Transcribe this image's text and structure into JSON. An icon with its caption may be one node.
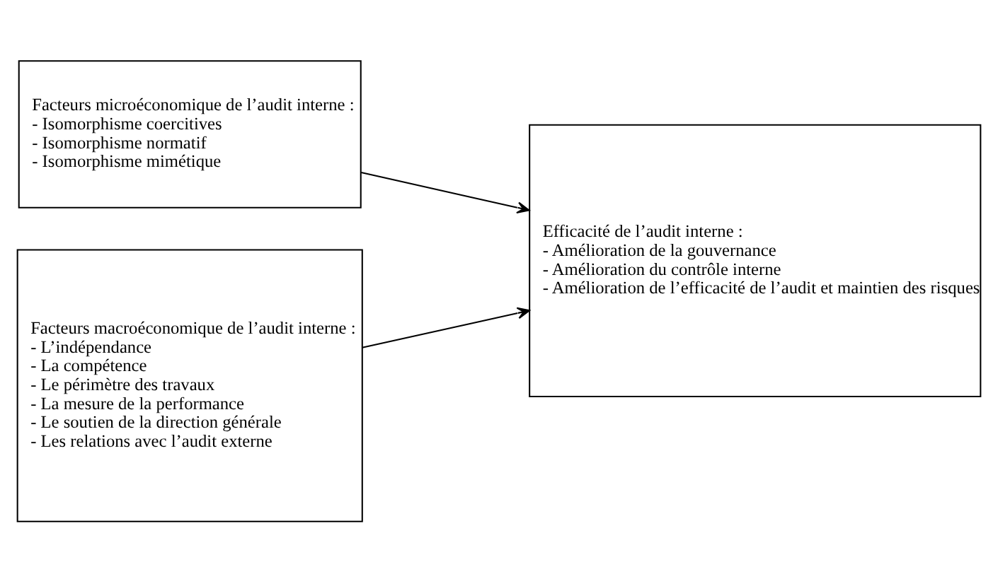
{
  "diagram": {
    "nodes": [
      {
        "text": [
          "Facteurs microéconomique de l’audit interne :",
          "- Isomorphisme coercitives",
          "- Isomorphisme normatif",
          "- Isomorphisme mimétique"
        ]
      },
      {
        "text": [
          "Facteurs macroéconomique de l’audit interne :",
          "- L’indépendance",
          "- La compétence",
          "- Le périmètre des travaux",
          "- La mesure de la performance",
          "- Le soutien de la direction générale",
          "- Les relations avec l’audit externe"
        ]
      },
      {
        "text": [
          "Efficacité de l’audit interne :",
          "- Amélioration de la gouvernance",
          "- Amélioration du contrôle interne",
          "- Amélioration de l’efficacité de l’audit et maintien des risques"
        ]
      }
    ],
    "edges": [
      {
        "from": 0,
        "to": 2,
        "arrow": "to"
      },
      {
        "from": 1,
        "to": 2,
        "arrow": "to"
      }
    ]
  }
}
